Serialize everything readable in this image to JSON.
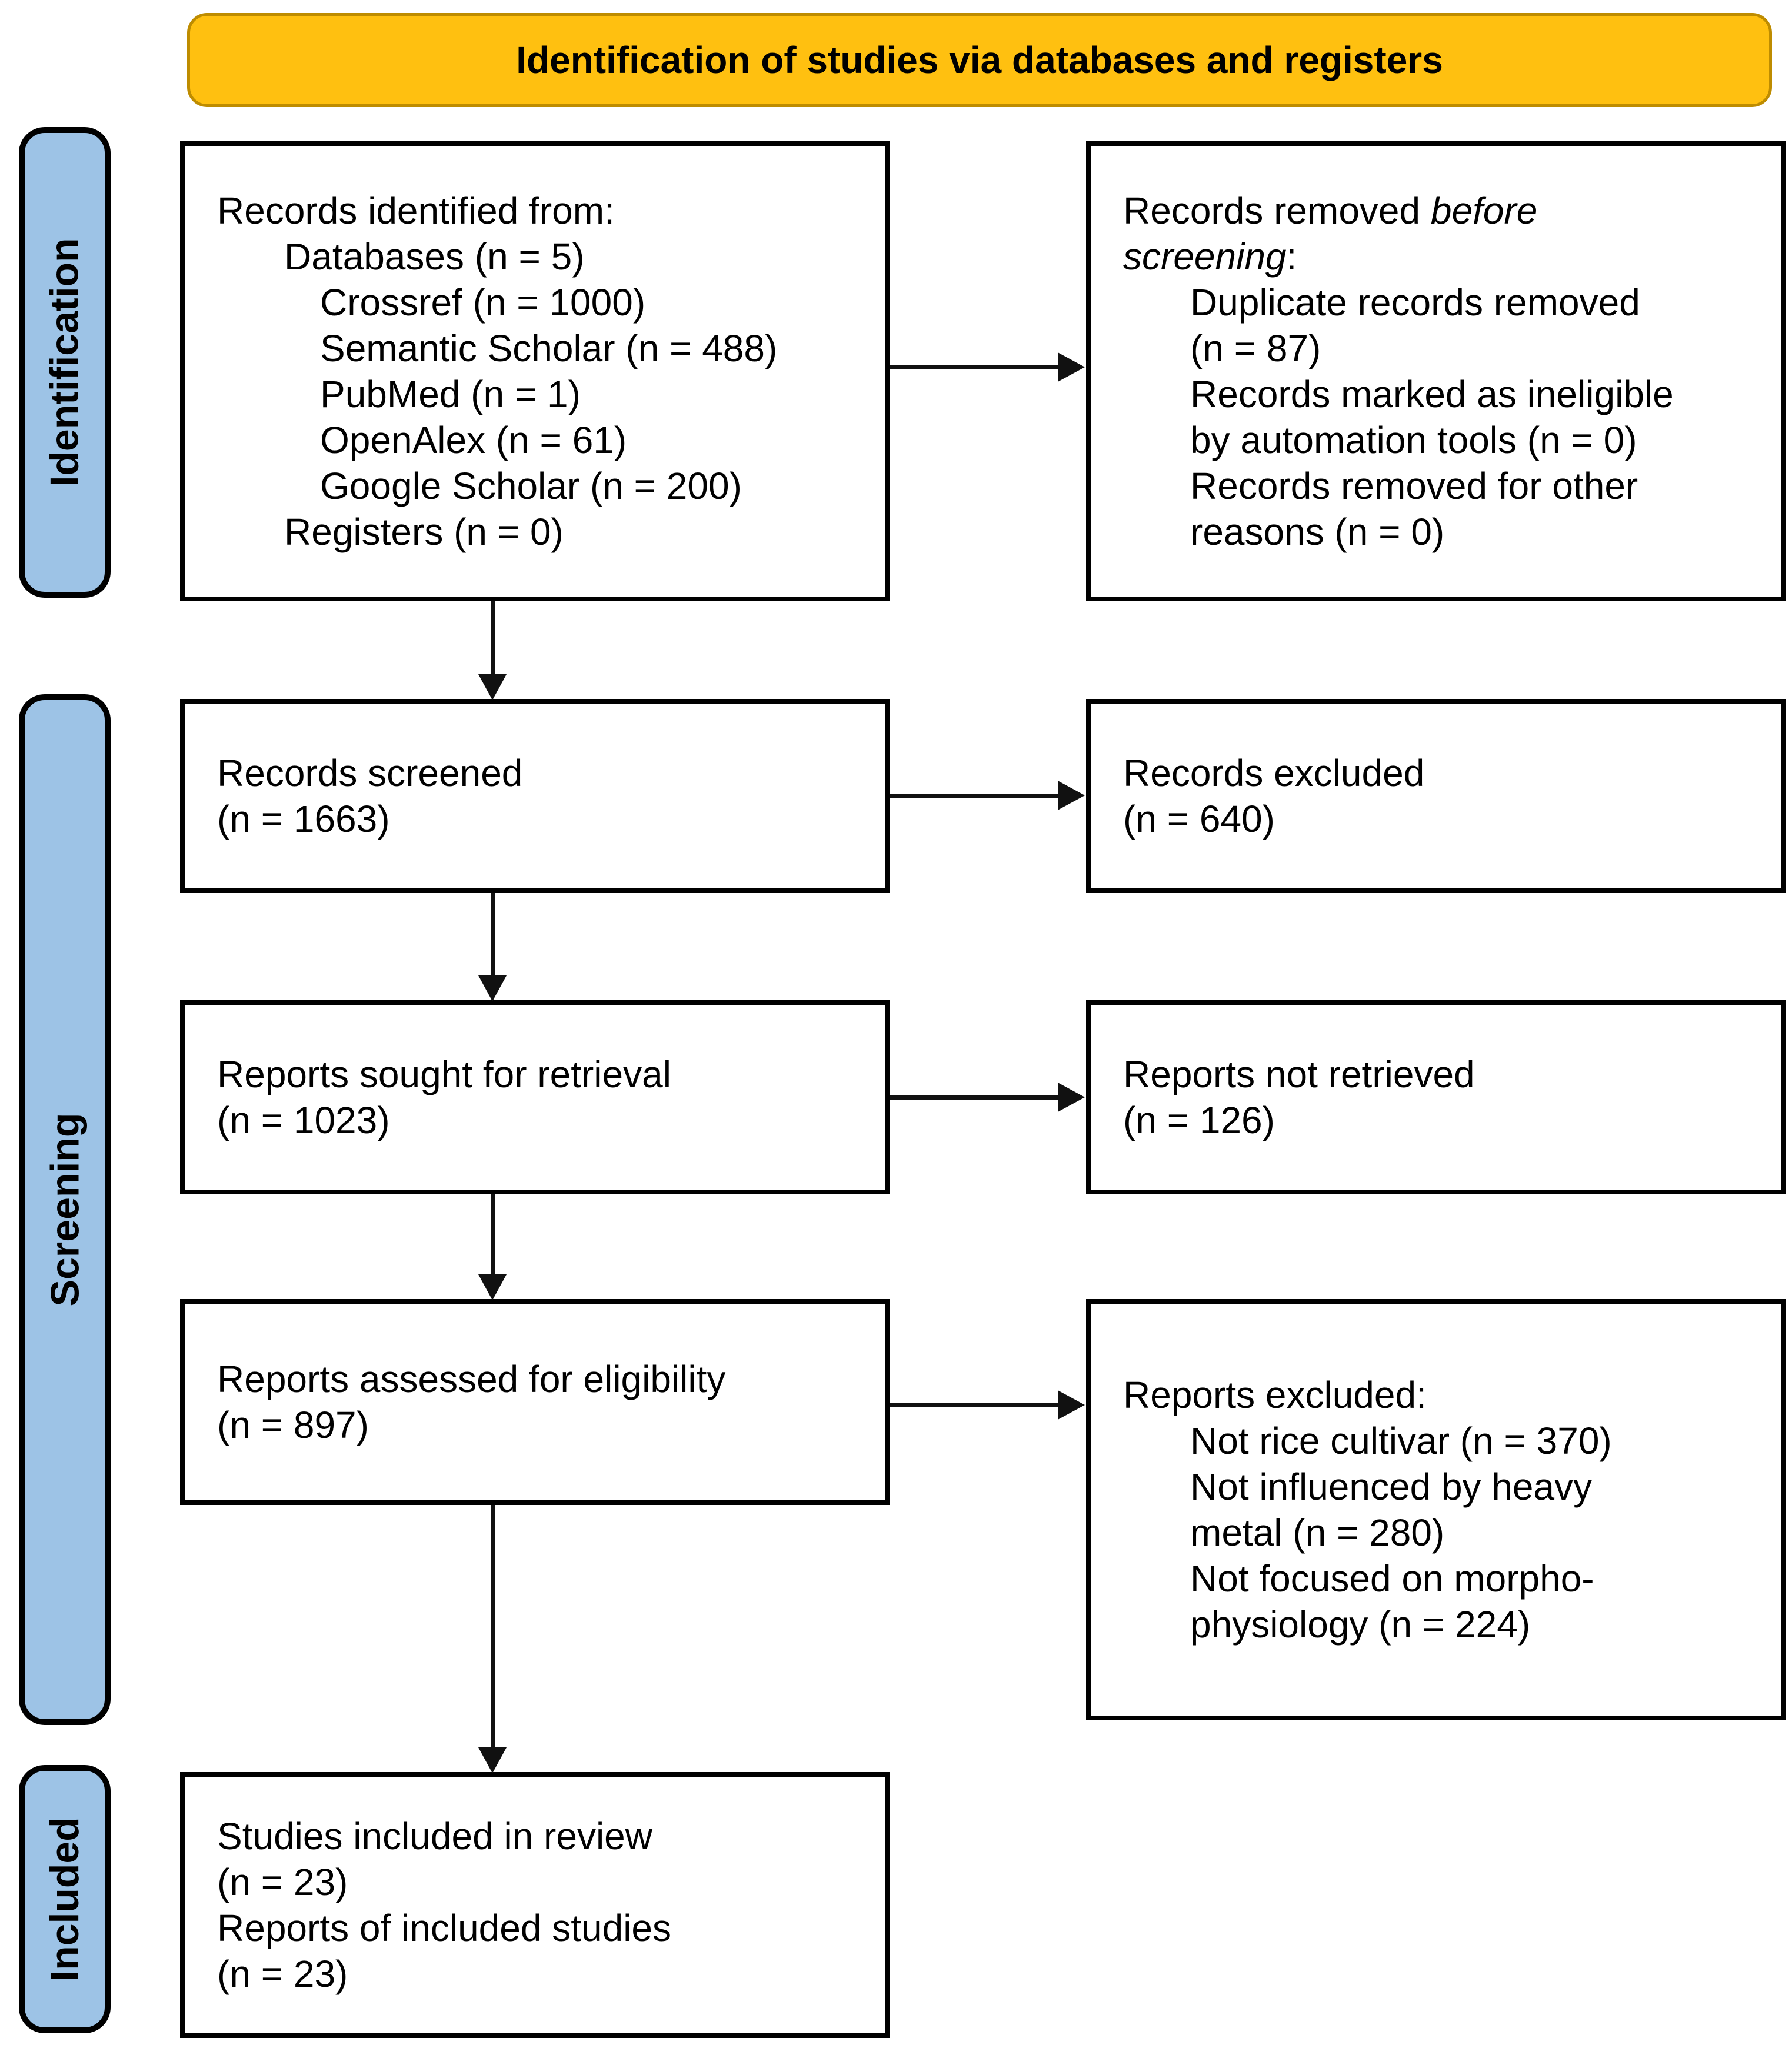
{
  "banner": {
    "label": "Identification of studies via databases and registers"
  },
  "sidebars": [
    {
      "label": "Identification"
    },
    {
      "label": "Screening"
    },
    {
      "label": "Included"
    }
  ],
  "colors": {
    "banner_fill": "#FFC010",
    "banner_border": "#BE8C00",
    "sidebar_fill": "#9DC3E6",
    "sidebar_border": "#000000",
    "box_border": "#000000",
    "arrow_color": "#111111",
    "text_color": "#000000"
  },
  "boxes": {
    "records_identified": {
      "lines": [
        {
          "indent": 0,
          "segs": [
            {
              "t": "Records identified from:"
            }
          ]
        },
        {
          "indent": 1,
          "segs": [
            {
              "t": "Databases (n = 5)"
            }
          ]
        },
        {
          "indent": 2,
          "segs": [
            {
              "t": "Crossref (n = 1000)"
            }
          ]
        },
        {
          "indent": 2,
          "segs": [
            {
              "t": "Semantic Scholar (n = 488)"
            }
          ]
        },
        {
          "indent": 2,
          "segs": [
            {
              "t": "PubMed (n = 1)"
            }
          ]
        },
        {
          "indent": 2,
          "segs": [
            {
              "t": "OpenAlex (n = 61)"
            }
          ]
        },
        {
          "indent": 2,
          "segs": [
            {
              "t": "Google Scholar (n = 200)"
            }
          ]
        },
        {
          "indent": 1,
          "segs": [
            {
              "t": "Registers (n = 0)"
            }
          ]
        }
      ]
    },
    "records_removed": {
      "lines": [
        {
          "indent": 0,
          "segs": [
            {
              "t": "Records removed "
            },
            {
              "t": "before",
              "it": true
            }
          ]
        },
        {
          "indent": 0,
          "segs": [
            {
              "t": "screening",
              "it": true
            },
            {
              "t": ":"
            }
          ]
        },
        {
          "indent": 1,
          "segs": [
            {
              "t": "Duplicate records removed"
            }
          ]
        },
        {
          "indent": 1,
          "segs": [
            {
              "t": "(n = 87)"
            }
          ]
        },
        {
          "indent": 1,
          "segs": [
            {
              "t": "Records marked as ineligible"
            }
          ]
        },
        {
          "indent": 1,
          "segs": [
            {
              "t": "by automation tools (n = 0)"
            }
          ]
        },
        {
          "indent": 1,
          "segs": [
            {
              "t": "Records removed for other"
            }
          ]
        },
        {
          "indent": 1,
          "segs": [
            {
              "t": "reasons (n = 0)"
            }
          ]
        }
      ]
    },
    "records_screened": {
      "lines": [
        {
          "indent": 0,
          "segs": [
            {
              "t": "Records screened"
            }
          ]
        },
        {
          "indent": 0,
          "segs": [
            {
              "t": "(n = 1663)"
            }
          ]
        }
      ]
    },
    "records_excluded": {
      "lines": [
        {
          "indent": 0,
          "segs": [
            {
              "t": "Records excluded"
            }
          ]
        },
        {
          "indent": 0,
          "segs": [
            {
              "t": "(n = 640)"
            }
          ]
        }
      ]
    },
    "reports_sought": {
      "lines": [
        {
          "indent": 0,
          "segs": [
            {
              "t": "Reports sought for retrieval"
            }
          ]
        },
        {
          "indent": 0,
          "segs": [
            {
              "t": "(n = 1023)"
            }
          ]
        }
      ]
    },
    "reports_not_retrieved": {
      "lines": [
        {
          "indent": 0,
          "segs": [
            {
              "t": "Reports not retrieved"
            }
          ]
        },
        {
          "indent": 0,
          "segs": [
            {
              "t": "(n = 126)"
            }
          ]
        }
      ]
    },
    "reports_assessed": {
      "lines": [
        {
          "indent": 0,
          "segs": [
            {
              "t": "Reports assessed for eligibility"
            }
          ]
        },
        {
          "indent": 0,
          "segs": [
            {
              "t": "(n = 897)"
            }
          ]
        }
      ]
    },
    "reports_excluded": {
      "lines": [
        {
          "indent": 0,
          "segs": [
            {
              "t": "Reports excluded:"
            }
          ]
        },
        {
          "indent": 1,
          "segs": [
            {
              "t": "Not rice cultivar (n = 370)"
            }
          ]
        },
        {
          "indent": 1,
          "segs": [
            {
              "t": "Not influenced by heavy"
            }
          ]
        },
        {
          "indent": 1,
          "segs": [
            {
              "t": "metal (n = 280)"
            }
          ]
        },
        {
          "indent": 1,
          "segs": [
            {
              "t": "Not focused on morpho-"
            }
          ]
        },
        {
          "indent": 1,
          "segs": [
            {
              "t": "physiology (n = 224)"
            }
          ]
        }
      ]
    },
    "studies_included": {
      "lines": [
        {
          "indent": 0,
          "segs": [
            {
              "t": "Studies included in review"
            }
          ]
        },
        {
          "indent": 0,
          "segs": [
            {
              "t": "(n = 23)"
            }
          ]
        },
        {
          "indent": 0,
          "segs": [
            {
              "t": "Reports of included studies"
            }
          ]
        },
        {
          "indent": 0,
          "segs": [
            {
              "t": "(n = 23)"
            }
          ]
        }
      ]
    }
  }
}
